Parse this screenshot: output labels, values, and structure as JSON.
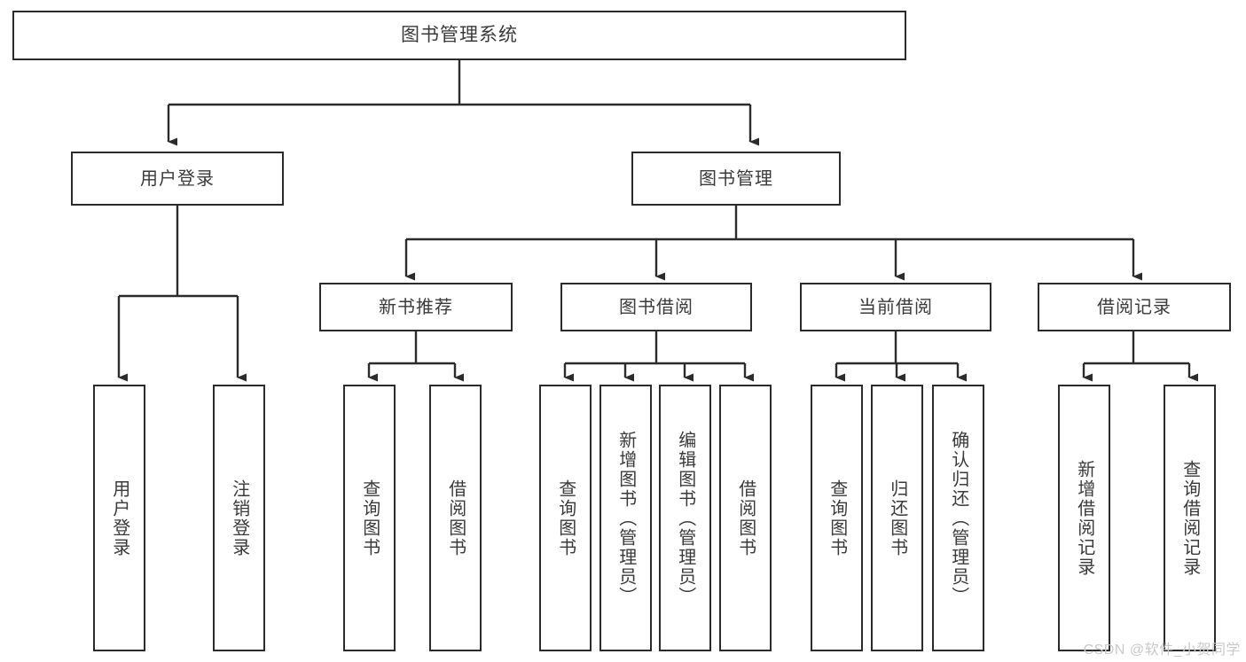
{
  "diagram": {
    "type": "tree-hierarchy",
    "title": "图书管理系统",
    "watermark": "CSDN @软件_小贺同学",
    "colors": {
      "box_border": "#2b2b2b",
      "box_fill": "#ffffff",
      "text": "#3a3a3a",
      "edge": "#2b2b2b",
      "watermark": "#c9c9c9"
    },
    "nodes": {
      "root": {
        "label": "图书管理系统"
      },
      "level2": [
        {
          "label": "用户登录"
        },
        {
          "label": "图书管理"
        }
      ],
      "level3": [
        {
          "label": "新书推荐"
        },
        {
          "label": "图书借阅"
        },
        {
          "label": "当前借阅"
        },
        {
          "label": "借阅记录"
        }
      ],
      "leaves": [
        {
          "label": "用户登录",
          "parent": "用户登录"
        },
        {
          "label": "注销登录",
          "parent": "用户登录"
        },
        {
          "label": "查询图书",
          "parent": "新书推荐"
        },
        {
          "label": "借阅图书",
          "parent": "新书推荐"
        },
        {
          "label": "查询图书",
          "parent": "图书借阅"
        },
        {
          "label": "新增图书（管理员）",
          "parent": "图书借阅"
        },
        {
          "label": "编辑图书（管理员）",
          "parent": "图书借阅"
        },
        {
          "label": "借阅图书",
          "parent": "图书借阅"
        },
        {
          "label": "查询图书",
          "parent": "当前借阅"
        },
        {
          "label": "归还图书",
          "parent": "当前借阅"
        },
        {
          "label": "确认归还（管理员）",
          "parent": "当前借阅"
        },
        {
          "label": "新增借阅记录",
          "parent": "借阅记录"
        },
        {
          "label": "查询借阅记录",
          "parent": "借阅记录"
        }
      ]
    }
  }
}
